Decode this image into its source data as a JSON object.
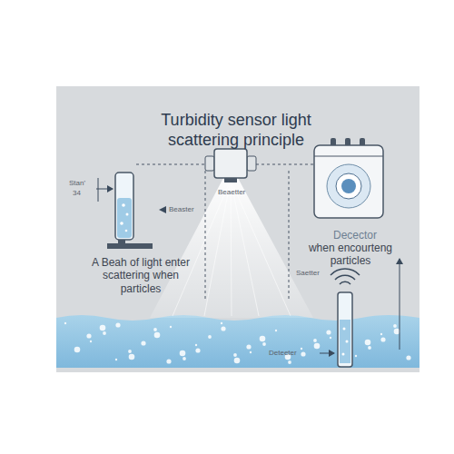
{
  "diagram": {
    "title": "Turbidity sensor light scattering principle",
    "labels": [
      "Stan'",
      "34",
      "Beaster",
      "Beaetter",
      "A Beah of light enter scattering when particles",
      "Decector",
      "when encourteng particles",
      "Saetter",
      "Deteeter"
    ]
  }
}
